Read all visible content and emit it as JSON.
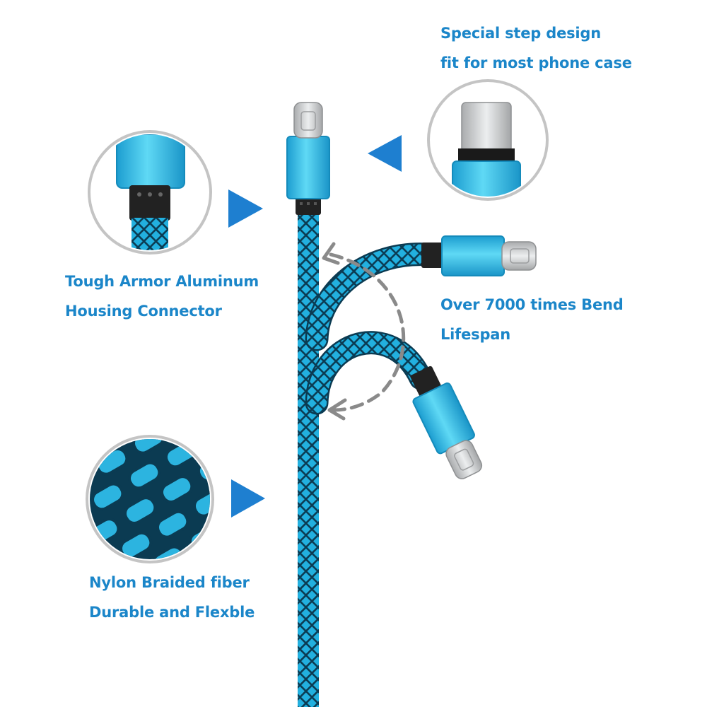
{
  "features": {
    "step_design": {
      "line1": "Special step design",
      "line2": "fit for most phone case"
    },
    "aluminum_housing": {
      "line1": "Tough Armor Aluminum",
      "line2": "Housing Connector"
    },
    "bend_lifespan": {
      "line1": "Over 7000 times Bend",
      "line2": "Lifespan"
    },
    "nylon_braid": {
      "line1": "Nylon Braided fiber",
      "line2": "Durable and Flexble"
    }
  },
  "colors": {
    "text": "#1b86c9",
    "pointer": "#1e7fd0",
    "cable": "#22b0df",
    "braid_dark": "#0b3b52",
    "housing": "#35c6ec",
    "metal_tip": "#c9cbcd",
    "strain_relief": "#222222",
    "bend_arrow": "#8a8a8a",
    "circle_border": "#c4c4c4"
  }
}
